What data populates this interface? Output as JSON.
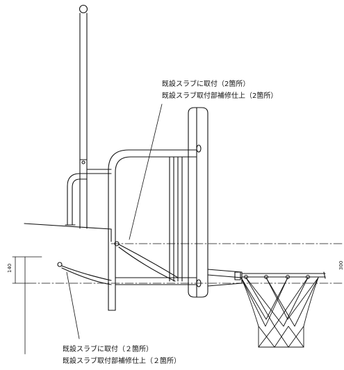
{
  "annotations": {
    "top_line1": "既設スラブに取付（2箇所）",
    "top_line2": "既設スラブ取付部補修仕上（2箇所）",
    "bottom_line1": "既設スラブに取付（２箇所）",
    "bottom_line2": "既設スラブ取付部補修仕上（２箇所）"
  },
  "dimensions": {
    "left": "140",
    "right": "300"
  }
}
